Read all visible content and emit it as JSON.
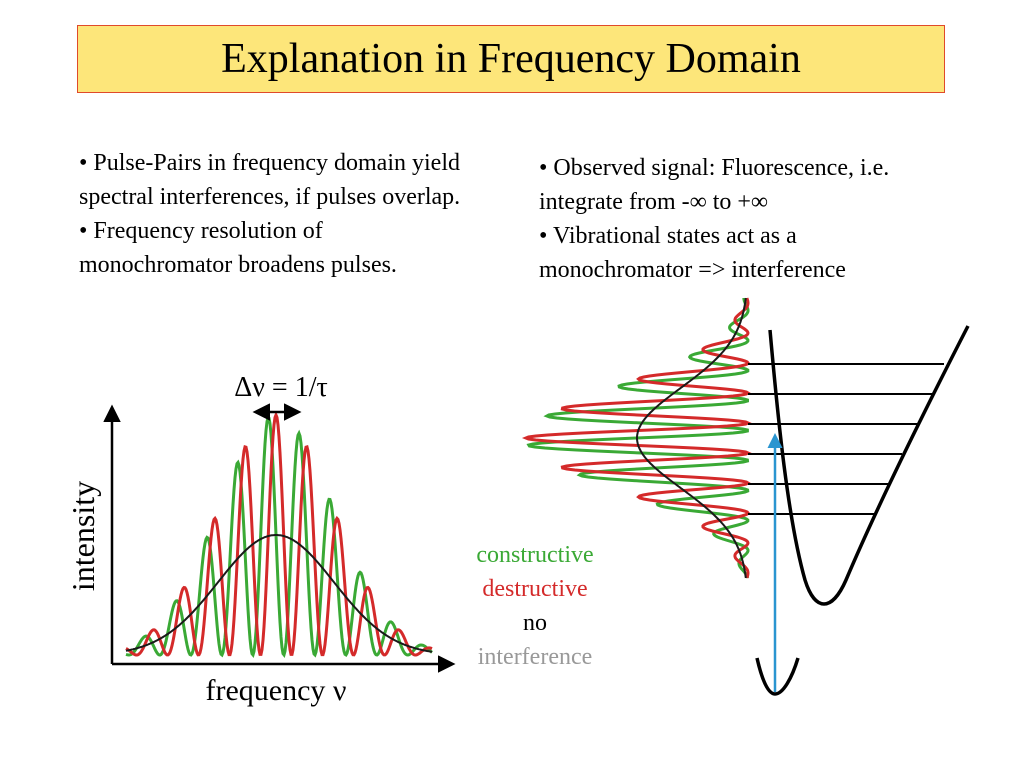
{
  "title": "Explanation in Frequency Domain",
  "left_bullets": [
    "• Pulse-Pairs in frequency domain yield spectral interferences, if pulses overlap.",
    "• Frequency resolution of monochromator broadens pulses."
  ],
  "right_bullets": [
    "• Observed signal: Fluorescence, i.e. integrate from -∞ to +∞",
    "• Vibrational states act as a monochromator  => interference"
  ],
  "spectrum_plot": {
    "delta_label": "Δν = 1/τ",
    "x_axis_label": "frequency ν",
    "y_axis_label": "intensity"
  },
  "legend": {
    "constructive": "constructive",
    "destructive": "destructive",
    "no": "no",
    "interference": "interference"
  },
  "colors": {
    "title_bg": "#fde67a",
    "title_border": "#e04a2a",
    "constructive": "#3aa935",
    "destructive": "#d42a2a",
    "no_interference": "#1a1a1a",
    "transition_arrow": "#2a95d0"
  },
  "vibrational_levels": 6
}
